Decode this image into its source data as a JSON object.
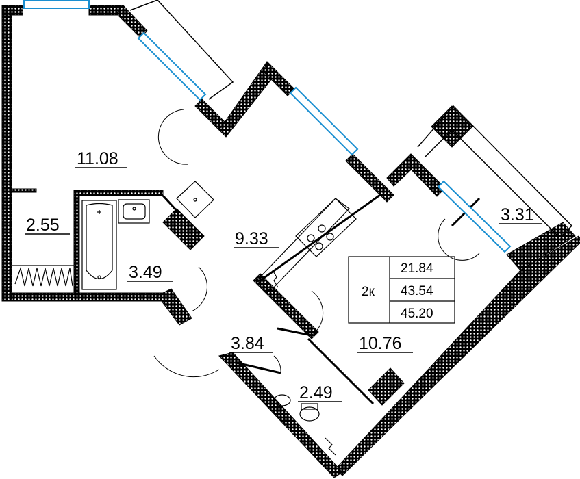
{
  "plan": {
    "rooms": [
      {
        "id": "bedroom",
        "area": "11.08"
      },
      {
        "id": "wardrobe",
        "area": "2.55"
      },
      {
        "id": "bathroom",
        "area": "3.49"
      },
      {
        "id": "kitchen",
        "area": "9.33"
      },
      {
        "id": "hall",
        "area": "3.84"
      },
      {
        "id": "toilet",
        "area": "2.49"
      },
      {
        "id": "living-room",
        "area": "10.76"
      },
      {
        "id": "loggia",
        "area": "3.31"
      }
    ],
    "summary": {
      "type": "2к",
      "living_area": "21.84",
      "total_area": "43.54",
      "total_area_with_loggia": "45.20"
    },
    "colors": {
      "wall": "#000000",
      "window_glass": "#1a8fd1",
      "wall_hatch": "#ffffff"
    }
  }
}
